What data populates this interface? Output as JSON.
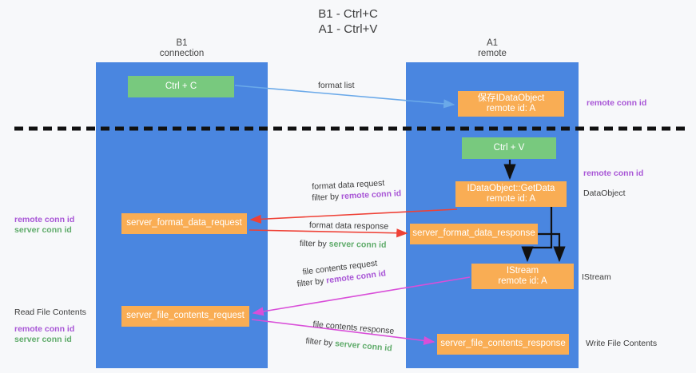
{
  "title": {
    "line1": "B1 - Ctrl+C",
    "line2": "A1 - Ctrl+V"
  },
  "lanes": [
    {
      "id": "b1",
      "line1": "B1",
      "line2": "connection",
      "color": "#4a86e0"
    },
    {
      "id": "a1",
      "line1": "A1",
      "line2": "remote",
      "color": "#4a86e0"
    }
  ],
  "nodes": {
    "ctrl_c": {
      "label": "Ctrl + C",
      "color": "#78c97e"
    },
    "ctrl_v": {
      "label": "Ctrl + V",
      "color": "#78c97e"
    },
    "save_dataobject": {
      "line1": "保存IDataObject",
      "line2": "remote id: A",
      "color": "#f9ad54"
    },
    "getdata": {
      "line1": "IDataObject::GetData",
      "line2": "remote id: A",
      "color": "#f9ad54"
    },
    "istream": {
      "line1": "IStream",
      "line2": "remote id: A",
      "color": "#f9ad54"
    },
    "server_format_data_request": {
      "label": "server_format_data_request",
      "color": "#f9ad54"
    },
    "server_format_data_response": {
      "label": "server_format_data_response",
      "color": "#f9ad54"
    },
    "server_file_contents_request": {
      "label": "server_file_contents_request",
      "color": "#f9ad54"
    },
    "server_file_contents_response": {
      "label": "server_file_contents_response",
      "color": "#f9ad54"
    }
  },
  "edge_labels": {
    "format_list": "format list",
    "format_data_request": "format data request",
    "filter_by_1_prefix": "filter by ",
    "filter_by_1_key": "remote conn id",
    "format_data_response": "format data response",
    "filter_by_2_prefix": "filter by ",
    "filter_by_2_key": "server conn id",
    "file_contents_request": "file contents request",
    "filter_by_3_prefix": "filter by ",
    "filter_by_3_key": "remote conn id",
    "file_contents_response": "file contents response",
    "filter_by_4_prefix": "filter by ",
    "filter_by_4_key": "server conn id"
  },
  "side_labels": {
    "right_remote_conn_id_1": "remote conn id",
    "right_remote_conn_id_2": "remote conn id",
    "right_dataobject": "DataObject",
    "right_istream": "IStream",
    "right_write_file_contents": "Write File Contents",
    "left_remote_conn_id_1": "remote conn id",
    "left_server_conn_id_1": "server conn id",
    "left_read_file_contents": "Read File Contents",
    "left_remote_conn_id_2": "remote conn id",
    "left_server_conn_id_2": "server conn id"
  },
  "colors": {
    "lane": "#4a86e0",
    "green_node": "#78c97e",
    "orange_node": "#f9ad54",
    "purple": "#a855d6",
    "green_text": "#5fab6a",
    "arrow_blue": "#6aa9e9",
    "arrow_red": "#ef4136",
    "arrow_magenta": "#d94fd9",
    "arrow_black": "#111111",
    "divider": "#111111"
  }
}
